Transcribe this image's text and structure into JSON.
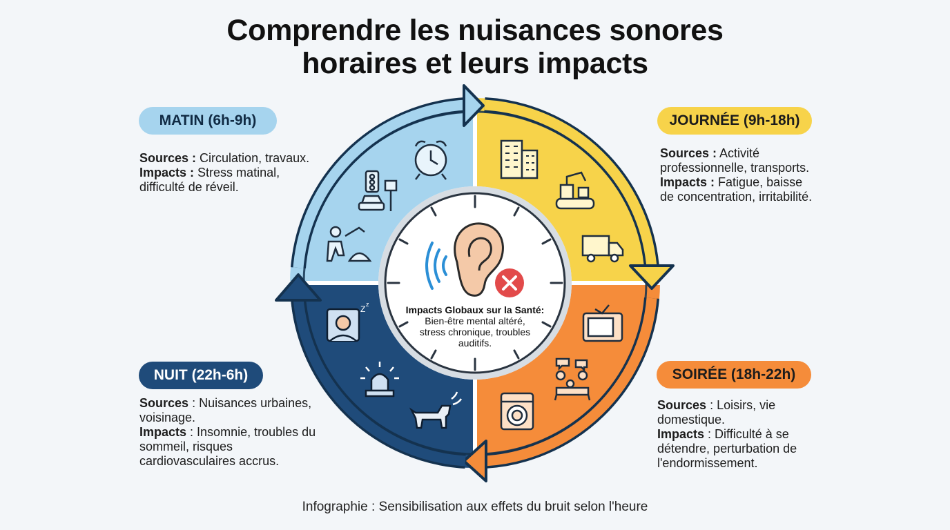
{
  "title": {
    "line1": "Comprendre les nuisances sonores",
    "line2": "horaires et leurs impacts"
  },
  "periods": {
    "matin": {
      "label": "MATIN (6h-9h)",
      "sources_label": "Sources :",
      "sources_lines": [
        "Circulation, travaux."
      ],
      "impacts_label": "Impacts :",
      "impacts_lines": [
        "Stress matinal,",
        "difficulté de réveil."
      ],
      "color": "#a6d4ee"
    },
    "journee": {
      "label": "JOURNÉE (9h-18h)",
      "sources_label": "Sources :",
      "sources_lines": [
        "Activité",
        "professionnelle, transports."
      ],
      "impacts_label": "Impacts :",
      "impacts_lines": [
        "Fatigue, baisse",
        "de concentration, irritabilité."
      ],
      "color": "#f7d34a"
    },
    "nuit": {
      "label": "NUIT (22h-6h)",
      "sources_label": "Sources",
      "sources_lines": [
        ": Nuisances urbaines,",
        "voisinage."
      ],
      "impacts_label": "Impacts",
      "impacts_lines": [
        ": Insomnie, troubles du",
        "sommeil, risques",
        "cardiovasculaires accrus."
      ],
      "color": "#1f4b7a"
    },
    "soiree": {
      "label": "SOIRÉE (18h-22h)",
      "sources_label": "Sources",
      "sources_lines": [
        ": Loisirs, vie",
        "domestique."
      ],
      "impacts_label": "Impacts",
      "impacts_lines": [
        ": Difficulté à se",
        "détendre, perturbation de",
        "l'endormissement."
      ],
      "color": "#f58c3a"
    }
  },
  "center": {
    "title": "Impacts Globaux sur la Santé:",
    "lines": [
      "Bien-être mental altéré,",
      "stress chronique, troubles",
      "auditifs."
    ]
  },
  "icons": {
    "center": [
      "ear-icon",
      "sound-waves-icon",
      "no-sign-icon"
    ],
    "matin": [
      "alarm-clock-icon",
      "traffic-light-car-icon",
      "construction-worker-icon"
    ],
    "journee": [
      "office-building-icon",
      "factory-robot-icon",
      "delivery-truck-icon"
    ],
    "soiree": [
      "television-icon",
      "family-gathering-icon",
      "washing-machine-icon"
    ],
    "nuit": [
      "sleeping-person-icon",
      "siren-icon",
      "barking-dog-icon"
    ]
  },
  "footer": "Infographie : Sensibilisation aux effets du bruit selon l'heure"
}
